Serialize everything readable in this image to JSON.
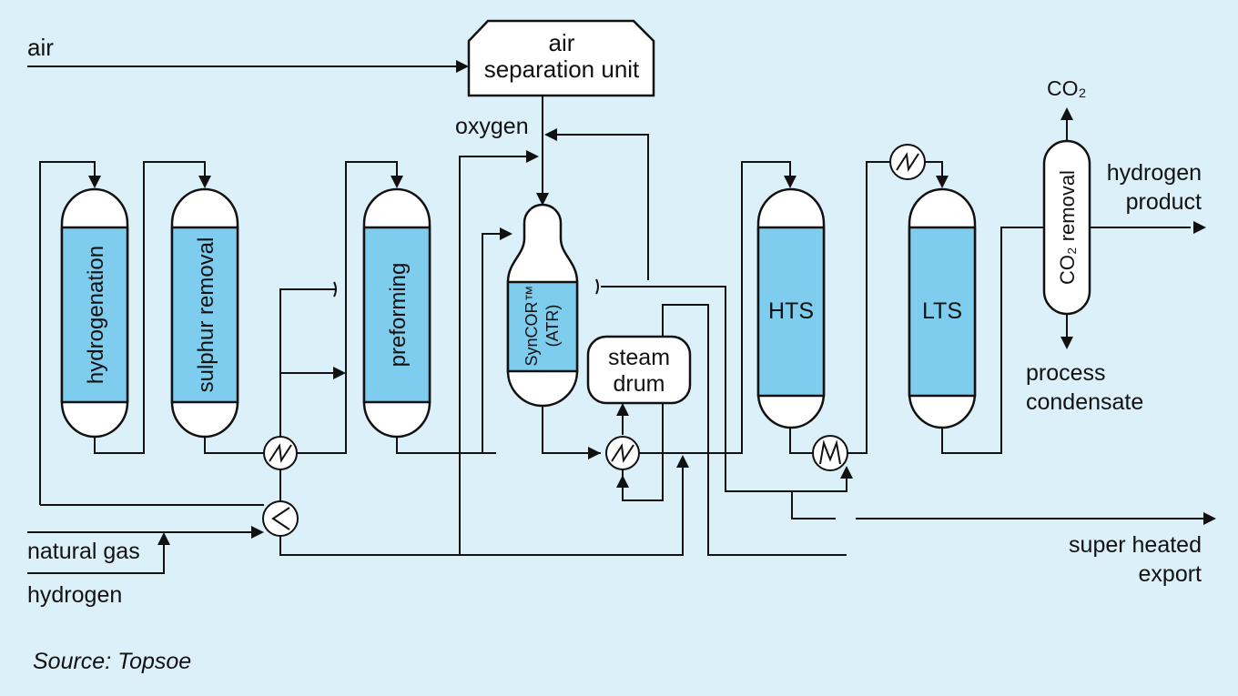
{
  "units": {
    "air_separation": [
      "air",
      "separation unit"
    ],
    "hydrogenation": "hydrogenation",
    "sulphur_removal": "sulphur removal",
    "preforming": "preforming",
    "atr": [
      "SynCOR™",
      "(ATR)"
    ],
    "steam_drum": [
      "steam",
      "drum"
    ],
    "hts": "HTS",
    "lts": "LTS",
    "co2_removal": "CO₂ removal"
  },
  "streams": {
    "air": "air",
    "oxygen": "oxygen",
    "co2": "CO₂",
    "hydrogen_product": [
      "hydrogen",
      "product"
    ],
    "process_condensate": [
      "process",
      "condensate"
    ],
    "natural_gas": "natural gas",
    "hydrogen": "hydrogen",
    "super_heated_export": [
      "super heated",
      "export"
    ]
  },
  "colors": {
    "background": "#dcf0fa",
    "catalyst_bed": "#7fcdee",
    "vessel": "#ffffff",
    "line": "#111111"
  },
  "source": "Source: Topsoe"
}
